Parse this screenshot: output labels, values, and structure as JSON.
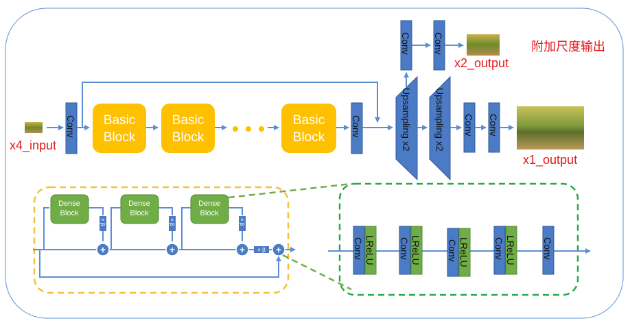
{
  "labels": {
    "input": "x4_input",
    "output_x1": "x1_output",
    "output_x2": "x2_output",
    "extra_scale": "附加尺度输出"
  },
  "blocks": {
    "conv": "Conv",
    "basic_l1": "Basic",
    "basic_l2": "Block",
    "upsampling": "Upsampling x2",
    "dense_l1": "Dense",
    "dense_l2": "Block",
    "lrelu": "LReLU",
    "beta": "× β",
    "plus": "+"
  },
  "colors": {
    "blue": "#4a7bc4",
    "blue_dark": "#3f6aa8",
    "orange": "#ffc000",
    "green": "#70ad47",
    "green_dark": "#2e9b44",
    "dashed_orange": "#f5c13b",
    "dashed_green": "#2aa84a",
    "line": "#5b8fd3"
  }
}
